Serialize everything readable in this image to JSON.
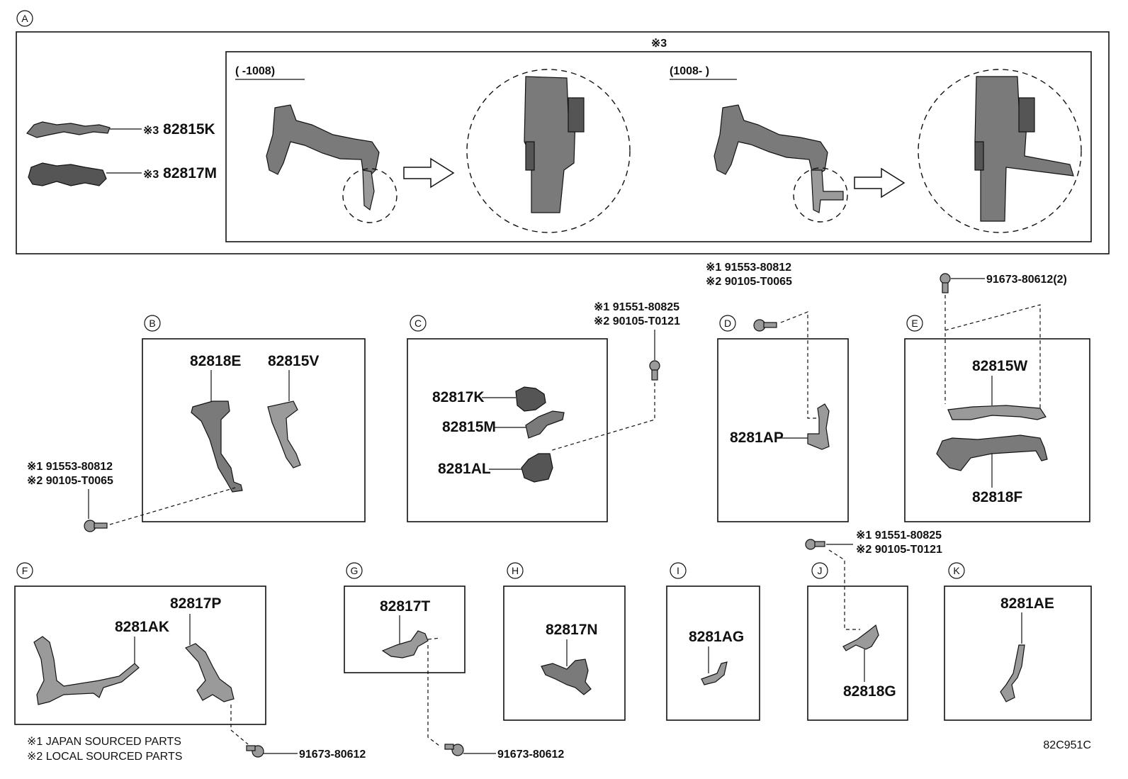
{
  "diagram_code": "82C951C",
  "sections": {
    "A": {
      "label": "A",
      "parts": [
        "82815K",
        "82817M"
      ],
      "parts_prefix": "※3",
      "detail_label": "※3",
      "before_label": "(      -1008)",
      "after_label": "(1008-      )"
    },
    "B": {
      "label": "B",
      "parts": [
        "82818E",
        "82815V"
      ]
    },
    "C": {
      "label": "C",
      "parts": [
        "82817K",
        "82815M",
        "8281AL"
      ]
    },
    "D": {
      "label": "D",
      "parts": [
        "8281AP"
      ]
    },
    "E": {
      "label": "E",
      "parts": [
        "82815W",
        "82818F"
      ]
    },
    "F": {
      "label": "F",
      "parts": [
        "82817P",
        "8281AK"
      ]
    },
    "G": {
      "label": "G",
      "parts": [
        "82817T"
      ]
    },
    "H": {
      "label": "H",
      "parts": [
        "82817N"
      ]
    },
    "I": {
      "label": "I",
      "parts": [
        "8281AG"
      ]
    },
    "J": {
      "label": "J",
      "parts": [
        "82818G"
      ]
    },
    "K": {
      "label": "K",
      "parts": [
        "8281AE"
      ]
    }
  },
  "fasteners": {
    "b_bolt": [
      "※1 91553-80812",
      "※2 90105-T0065"
    ],
    "c_bolt": [
      "※1 91551-80825",
      "※2 90105-T0121"
    ],
    "d_bolt": [
      "※1 91553-80812",
      "※2 90105-T0065"
    ],
    "e_bolt": "91673-80612(2)",
    "j_bolt": [
      "※1 91551-80825",
      "※2 90105-T0121"
    ],
    "f_bolt": "91673-80612",
    "g_bolt": "91673-80612"
  },
  "notes": [
    "※1 JAPAN SOURCED PARTS",
    "※2 LOCAL SOURCED PARTS"
  ]
}
